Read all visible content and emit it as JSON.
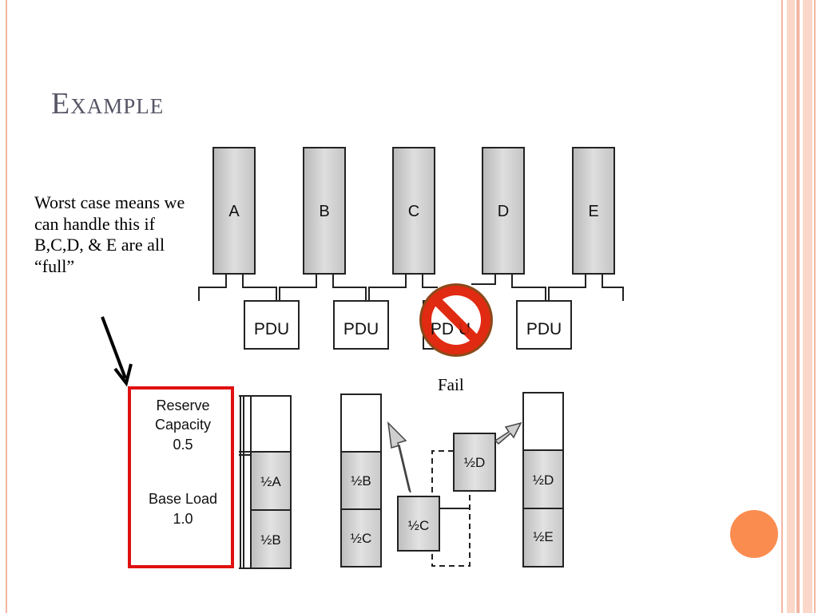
{
  "slide": {
    "title": "Example"
  },
  "note": "Worst case means we can handle this if B,C,D, & E are all “full”",
  "fail_label": "Fail",
  "racks": [
    "A",
    "B",
    "C",
    "D",
    "E"
  ],
  "pdu_label": "PDU",
  "pdu_partial": "PD U",
  "capacity_box": {
    "reserve_line1": "Reserve",
    "reserve_line2": "Capacity",
    "reserve_value": "0.5",
    "base_line1": "Base Load",
    "base_value": "1.0"
  },
  "stacks": {
    "stack1_top": "½A",
    "stack1_bottom": "½B",
    "stack2_top": "½B",
    "stack2_bottom": "½C",
    "moving_c": "½C",
    "moving_d": "½D",
    "stack3_top": "½D",
    "stack3_bottom": "½E"
  },
  "colors": {
    "accent_orange": "#fb8c50",
    "title": "#555566",
    "highlight_red": "#e01010",
    "stripe": "#f2b6a2"
  }
}
